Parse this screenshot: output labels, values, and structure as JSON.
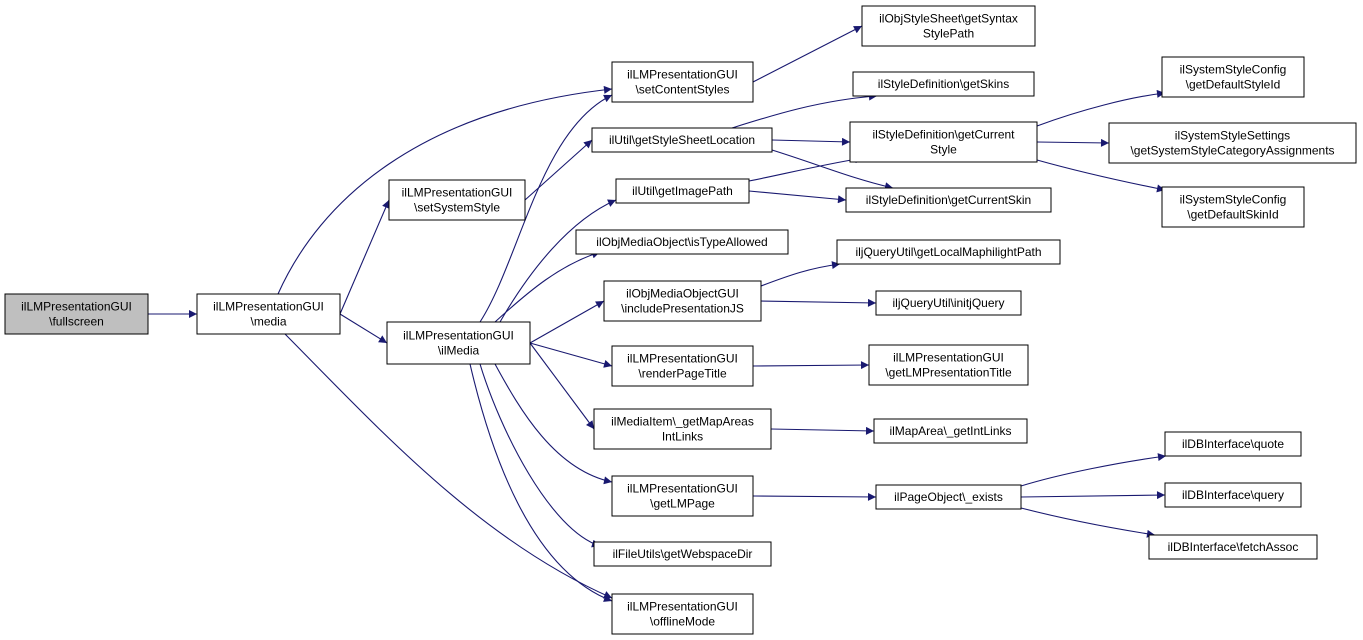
{
  "colors": {
    "node_fill": "#ffffff",
    "root_fill": "#bfbfbf",
    "edge": "#191970"
  },
  "nodes": [
    {
      "id": "fullscreen",
      "lines": [
        "ilLMPresentationGUI",
        "\\fullscreen"
      ],
      "root": true
    },
    {
      "id": "media",
      "lines": [
        "ilLMPresentationGUI",
        "\\media"
      ]
    },
    {
      "id": "setSystemStyle",
      "lines": [
        "ilLMPresentationGUI",
        "\\setSystemStyle"
      ]
    },
    {
      "id": "ilMedia",
      "lines": [
        "ilLMPresentationGUI",
        "\\ilMedia"
      ]
    },
    {
      "id": "setContentStyles",
      "lines": [
        "ilLMPresentationGUI",
        "\\setContentStyles"
      ]
    },
    {
      "id": "getStyleSheetLocation",
      "lines": [
        "ilUtil\\getStyleSheetLocation"
      ]
    },
    {
      "id": "getImagePath",
      "lines": [
        "ilUtil\\getImagePath"
      ]
    },
    {
      "id": "isTypeAllowed",
      "lines": [
        "ilObjMediaObject\\isTypeAllowed"
      ]
    },
    {
      "id": "includePresentationJS",
      "lines": [
        "ilObjMediaObjectGUI",
        "\\includePresentationJS"
      ]
    },
    {
      "id": "renderPageTitle",
      "lines": [
        "ilLMPresentationGUI",
        "\\renderPageTitle"
      ]
    },
    {
      "id": "getMapAreasIntLinks",
      "lines": [
        "ilMediaItem\\_getMapAreas",
        "IntLinks"
      ]
    },
    {
      "id": "getLMPage",
      "lines": [
        "ilLMPresentationGUI",
        "\\getLMPage"
      ]
    },
    {
      "id": "getWebspaceDir",
      "lines": [
        "ilFileUtils\\getWebspaceDir"
      ]
    },
    {
      "id": "offlineMode",
      "lines": [
        "ilLMPresentationGUI",
        "\\offlineMode"
      ]
    },
    {
      "id": "getSyntaxStylePath",
      "lines": [
        "ilObjStyleSheet\\getSyntax",
        "StylePath"
      ]
    },
    {
      "id": "getSkins",
      "lines": [
        "ilStyleDefinition\\getSkins"
      ]
    },
    {
      "id": "getCurrentStyle",
      "lines": [
        "ilStyleDefinition\\getCurrent",
        "Style"
      ]
    },
    {
      "id": "getCurrentSkin",
      "lines": [
        "ilStyleDefinition\\getCurrentSkin"
      ]
    },
    {
      "id": "getLocalMaphilightPath",
      "lines": [
        "iljQueryUtil\\getLocalMaphilightPath"
      ]
    },
    {
      "id": "initjQuery",
      "lines": [
        "iljQueryUtil\\initjQuery"
      ]
    },
    {
      "id": "getLMPresentationTitle",
      "lines": [
        "ilLMPresentationGUI",
        "\\getLMPresentationTitle"
      ]
    },
    {
      "id": "getIntLinks",
      "lines": [
        "ilMapArea\\_getIntLinks"
      ]
    },
    {
      "id": "exists",
      "lines": [
        "ilPageObject\\_exists"
      ]
    },
    {
      "id": "getDefaultStyleId",
      "lines": [
        "ilSystemStyleConfig",
        "\\getDefaultStyleId"
      ]
    },
    {
      "id": "getSystemStyleCategoryAssignments",
      "lines": [
        "ilSystemStyleSettings",
        "\\getSystemStyleCategoryAssignments"
      ]
    },
    {
      "id": "getDefaultSkinId",
      "lines": [
        "ilSystemStyleConfig",
        "\\getDefaultSkinId"
      ]
    },
    {
      "id": "quote",
      "lines": [
        "ilDBInterface\\quote"
      ]
    },
    {
      "id": "query",
      "lines": [
        "ilDBInterface\\query"
      ]
    },
    {
      "id": "fetchAssoc",
      "lines": [
        "ilDBInterface\\fetchAssoc"
      ]
    }
  ],
  "edges": [
    {
      "from": "fullscreen",
      "to": "media"
    },
    {
      "from": "media",
      "to": "setContentStyles"
    },
    {
      "from": "media",
      "to": "setSystemStyle"
    },
    {
      "from": "media",
      "to": "ilMedia"
    },
    {
      "from": "media",
      "to": "offlineMode"
    },
    {
      "from": "setSystemStyle",
      "to": "getStyleSheetLocation"
    },
    {
      "from": "ilMedia",
      "to": "setContentStyles"
    },
    {
      "from": "ilMedia",
      "to": "getImagePath"
    },
    {
      "from": "ilMedia",
      "to": "isTypeAllowed"
    },
    {
      "from": "ilMedia",
      "to": "includePresentationJS"
    },
    {
      "from": "ilMedia",
      "to": "renderPageTitle"
    },
    {
      "from": "ilMedia",
      "to": "getMapAreasIntLinks"
    },
    {
      "from": "ilMedia",
      "to": "getLMPage"
    },
    {
      "from": "ilMedia",
      "to": "getWebspaceDir"
    },
    {
      "from": "ilMedia",
      "to": "offlineMode"
    },
    {
      "from": "setContentStyles",
      "to": "getSyntaxStylePath"
    },
    {
      "from": "getStyleSheetLocation",
      "to": "getSkins"
    },
    {
      "from": "getStyleSheetLocation",
      "to": "getCurrentStyle"
    },
    {
      "from": "getStyleSheetLocation",
      "to": "getCurrentSkin"
    },
    {
      "from": "getImagePath",
      "to": "getCurrentStyle"
    },
    {
      "from": "getImagePath",
      "to": "getCurrentSkin"
    },
    {
      "from": "getCurrentStyle",
      "to": "getDefaultStyleId"
    },
    {
      "from": "getCurrentStyle",
      "to": "getSystemStyleCategoryAssignments"
    },
    {
      "from": "getCurrentStyle",
      "to": "getDefaultSkinId"
    },
    {
      "from": "includePresentationJS",
      "to": "getLocalMaphilightPath"
    },
    {
      "from": "includePresentationJS",
      "to": "initjQuery"
    },
    {
      "from": "renderPageTitle",
      "to": "getLMPresentationTitle"
    },
    {
      "from": "getMapAreasIntLinks",
      "to": "getIntLinks"
    },
    {
      "from": "getLMPage",
      "to": "exists"
    },
    {
      "from": "exists",
      "to": "quote"
    },
    {
      "from": "exists",
      "to": "query"
    },
    {
      "from": "exists",
      "to": "fetchAssoc"
    }
  ]
}
